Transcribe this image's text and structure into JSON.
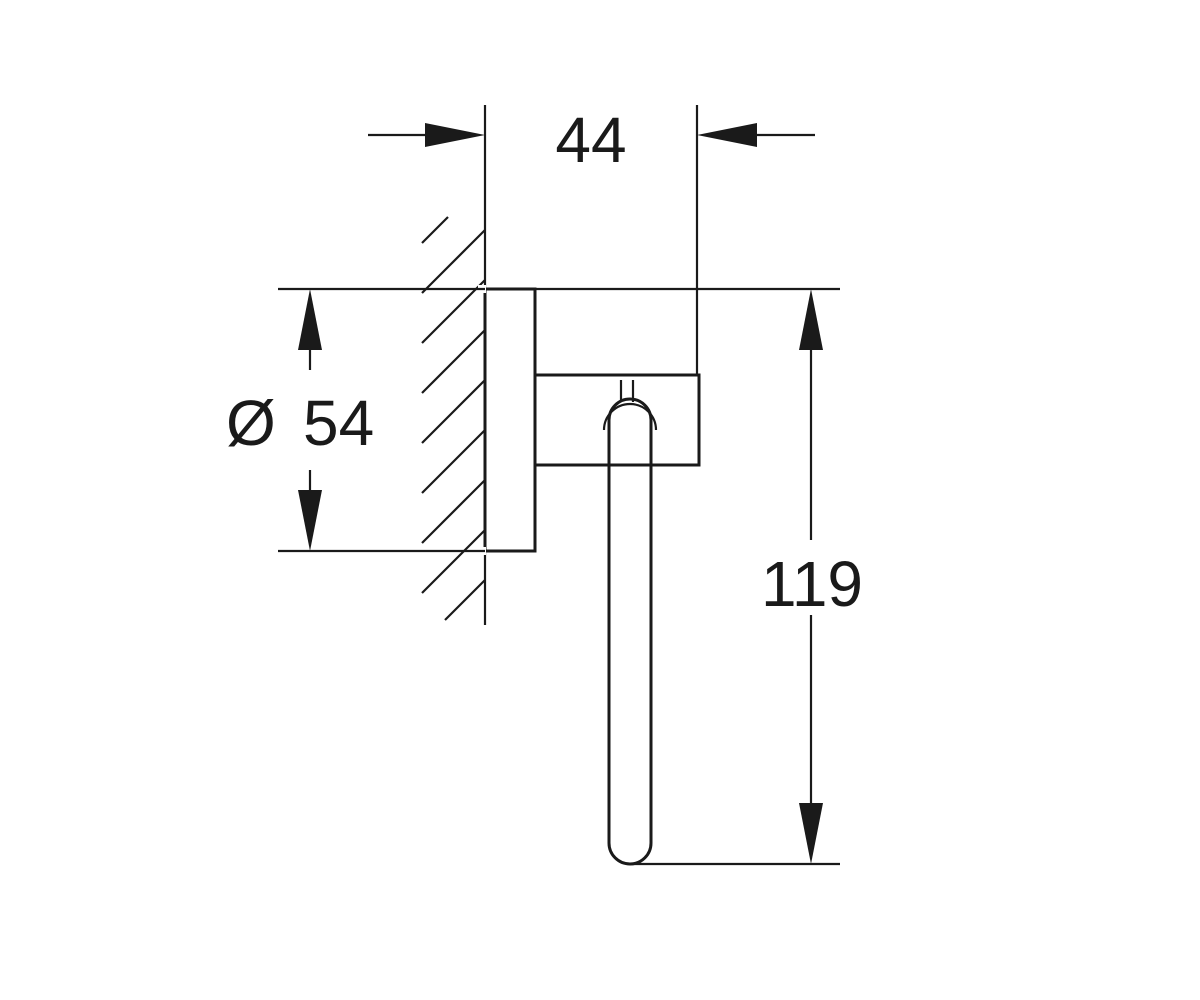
{
  "drawing": {
    "dimensions": {
      "depth": "44",
      "rosette_diameter_symbol": "Ø",
      "rosette_diameter": "54",
      "height": "119"
    },
    "line_color": "#1a1a1a",
    "background_color": "#ffffff"
  }
}
